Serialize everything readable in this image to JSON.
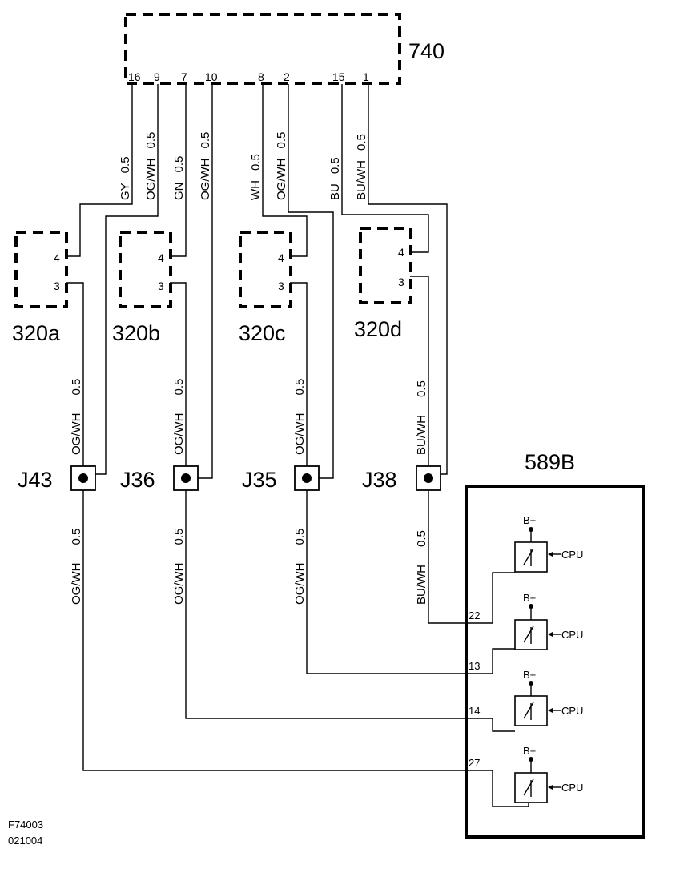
{
  "components": {
    "c740": "740",
    "c320a": "320a",
    "c320b": "320b",
    "c320c": "320c",
    "c320d": "320d",
    "c589b": "589B"
  },
  "pins_740": [
    "16",
    "9",
    "7",
    "10",
    "8",
    "2",
    "15",
    "1"
  ],
  "sensor_pins": {
    "p4": "4",
    "p3": "3"
  },
  "wires_740": [
    {
      "color": "GY",
      "size": "0.5"
    },
    {
      "color": "OG/WH",
      "size": "0.5"
    },
    {
      "color": "GN",
      "size": "0.5"
    },
    {
      "color": "OG/WH",
      "size": "0.5"
    },
    {
      "color": "WH",
      "size": "0.5"
    },
    {
      "color": "OG/WH",
      "size": "0.5"
    },
    {
      "color": "BU",
      "size": "0.5"
    },
    {
      "color": "BU/WH",
      "size": "0.5"
    }
  ],
  "wires_mid": [
    {
      "color": "OG/WH",
      "size": "0.5"
    },
    {
      "color": "OG/WH",
      "size": "0.5"
    },
    {
      "color": "OG/WH",
      "size": "0.5"
    },
    {
      "color": "BU/WH",
      "size": "0.5"
    }
  ],
  "wires_low": [
    {
      "color": "OG/WH",
      "size": "0.5"
    },
    {
      "color": "OG/WH",
      "size": "0.5"
    },
    {
      "color": "OG/WH",
      "size": "0.5"
    },
    {
      "color": "BU/WH",
      "size": "0.5"
    }
  ],
  "junctions": [
    "J43",
    "J36",
    "J35",
    "J38"
  ],
  "pins_589b": [
    "22",
    "13",
    "14",
    "27"
  ],
  "module": {
    "bplus": "B+",
    "cpu": "CPU"
  },
  "figure_code": "F74003",
  "figure_date": "021004"
}
